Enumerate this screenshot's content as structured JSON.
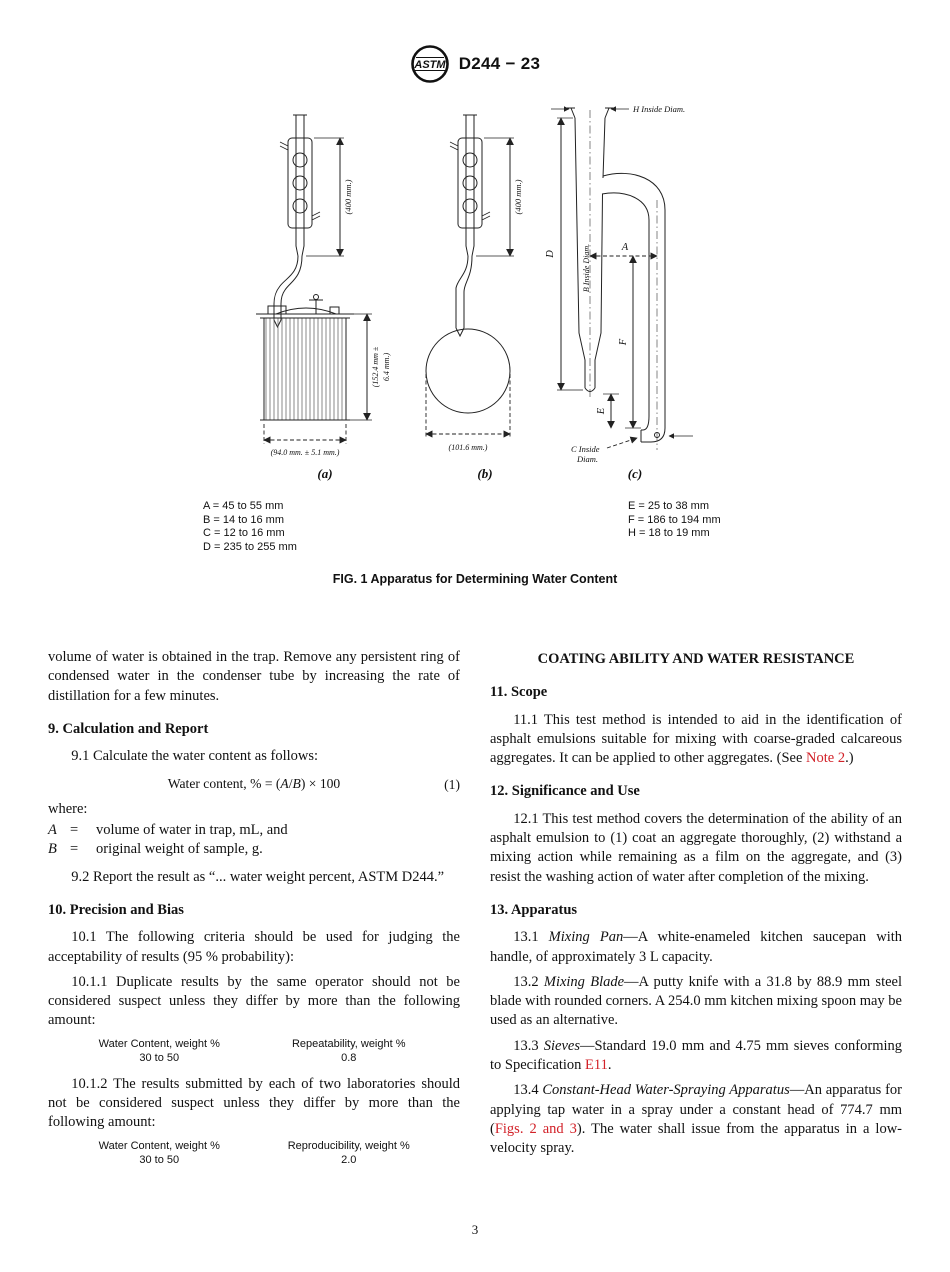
{
  "header": {
    "logo_text": "ASTM",
    "doc_code": "D244 − 23"
  },
  "figure": {
    "caption": "FIG. 1  Apparatus for Determining Water Content",
    "label_a": "(a)",
    "label_b": "(b)",
    "label_c": "(c)",
    "dim_400_a": "(400 mm.)",
    "dim_400_b": "(400 mm.)",
    "dim_height_a_1": "(152.4 mm ±",
    "dim_height_a_2": "6.4 mm.)",
    "dim_width_a": "(94.0 mm. ± 5.1 mm.)",
    "dim_width_b": "(101.6 mm.)",
    "label_h": "H Inside Diam.",
    "label_d": "D",
    "label_b_inside": "B Inside Diam.",
    "label_a_dim": "A",
    "label_f": "F",
    "label_e": "E",
    "label_c_line1": "C Inside",
    "label_c_line2": "Diam.",
    "legend_left": [
      "A = 45 to 55 mm",
      "B = 14 to 16 mm",
      "C = 12 to 16 mm",
      "D = 235 to 255 mm"
    ],
    "legend_right": [
      "E = 25 to 38 mm",
      "F = 186 to 194 mm",
      "H = 18 to 19 mm"
    ]
  },
  "left_col": {
    "intro": "volume of water is obtained in the trap. Remove any persistent ring of condensed water in the condenser tube by increasing the rate of distillation for a few minutes.",
    "sec9_heading": "9. Calculation and Report",
    "p9_1": "9.1 Calculate the water content as follows:",
    "equation": {
      "pre": "Water content, % = (",
      "var_a": "A",
      "slash": "/",
      "var_b": "B",
      "post": ") × 100",
      "number": "(1)"
    },
    "where_label": "where:",
    "defs": [
      {
        "term": "A",
        "eq": "=",
        "desc": "volume of water in trap, mL, and"
      },
      {
        "term": "B",
        "eq": "=",
        "desc": "original weight of sample, g."
      }
    ],
    "p9_2": "9.2 Report the result as “... water weight percent, ASTM D244.”",
    "sec10_heading": "10. Precision and Bias",
    "p10_1": "10.1 The following criteria should be used for judging the acceptability of results (95 % probability):",
    "p10_1_1": "10.1.1 Duplicate results by the same operator should not be considered suspect unless they differ by more than the following amount:",
    "table1": {
      "col1_header": "Water Content, weight %",
      "col2_header": "Repeatability, weight %",
      "col1_value": "30 to 50",
      "col2_value": "0.8"
    },
    "p10_1_2": "10.1.2 The results submitted by each of two laboratories should not be considered suspect unless they differ by more than the following amount:",
    "table2": {
      "col1_header": "Water Content, weight %",
      "col2_header": "Reproducibility, weight %",
      "col1_value": "30 to 50",
      "col2_value": "2.0"
    }
  },
  "right_col": {
    "section_header": "COATING ABILITY AND WATER RESISTANCE",
    "sec11_heading": "11. Scope",
    "p11_1_pre": "11.1 This test method is intended to aid in the identification of asphalt emulsions suitable for mixing with coarse-graded calcareous aggregates. It can be applied to other aggregates. (See ",
    "p11_1_link": "Note 2",
    "p11_1_post": ".)",
    "sec12_heading": "12. Significance and Use",
    "p12_1": "12.1 This test method covers the determination of the ability of an asphalt emulsion to (1) coat an aggregate thoroughly, (2) withstand a mixing action while remaining as a film on the aggregate, and (3) resist the washing action of water after completion of the mixing.",
    "sec13_heading": "13. Apparatus",
    "p13_1_num": "13.1 ",
    "p13_1_term": "Mixing Pan",
    "p13_1_text": "—A white-enameled kitchen saucepan with handle, of approximately 3 L capacity.",
    "p13_2_num": "13.2 ",
    "p13_2_term": "Mixing Blade",
    "p13_2_text": "—A putty knife with a 31.8 by 88.9 mm steel blade with rounded corners. A 254.0 mm kitchen mixing spoon may be used as an alternative.",
    "p13_3_num": "13.3 ",
    "p13_3_term": "Sieves",
    "p13_3_text": "—Standard 19.0 mm and 4.75 mm sieves conforming to Specification ",
    "p13_3_link": "E11",
    "p13_3_end": ".",
    "p13_4_num": "13.4 ",
    "p13_4_term": "Constant-Head Water-Spraying Apparatus",
    "p13_4_text": "—An apparatus for applying tap water in a spray under a constant head of 774.7 mm (",
    "p13_4_link": "Figs. 2 and 3",
    "p13_4_end": "). The water shall issue from the apparatus in a low-velocity spray.",
    "footer_page": "3"
  },
  "footer": {
    "page_number": "3"
  },
  "colors": {
    "link_red": "#d22128",
    "ink": "#111111"
  }
}
